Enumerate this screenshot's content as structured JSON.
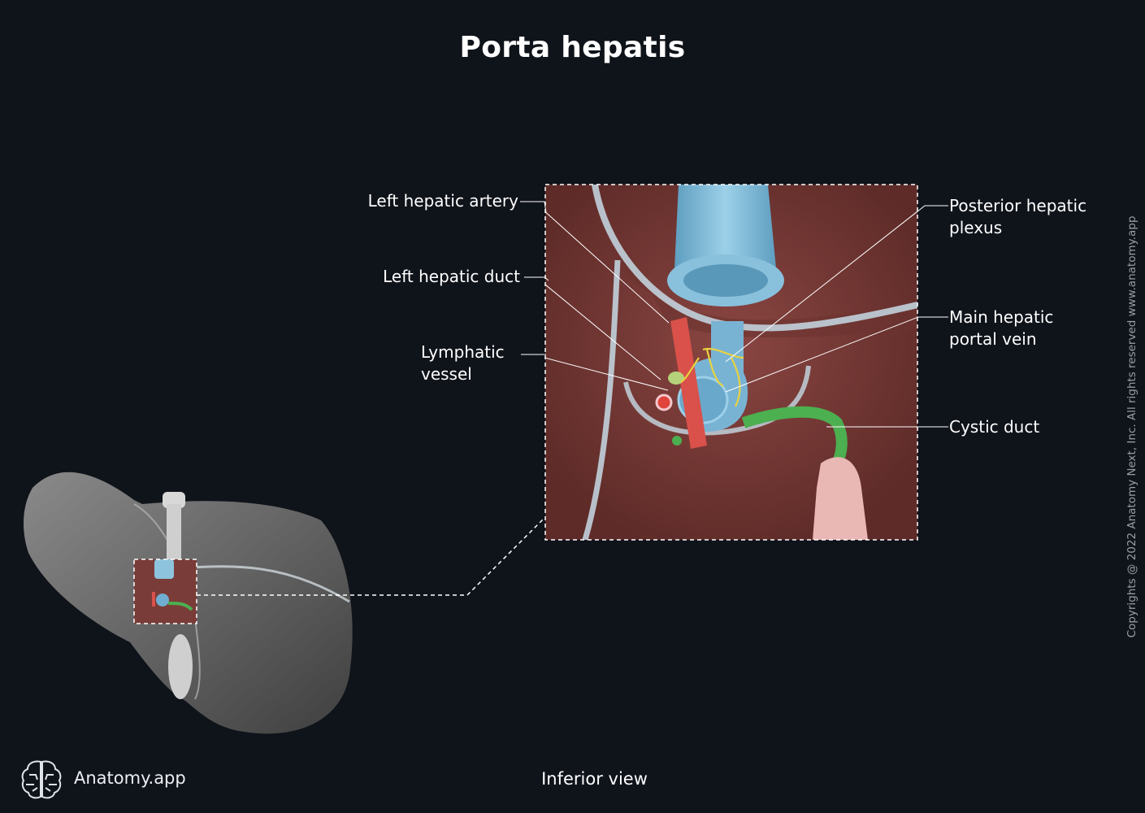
{
  "title": "Porta hepatis",
  "view_label": "Inferior view",
  "brand": {
    "name": "Anatomy.app",
    "icon": "brain-icon"
  },
  "copyright": "Copyrights @ 2022 Anatomy Next, Inc. All rights reserved www.anatomy.app",
  "labels": {
    "left_hepatic_artery": "Left hepatic artery",
    "left_hepatic_duct": "Left hepatic duct",
    "lymphatic_vessel": [
      "Lymphatic",
      "vessel"
    ],
    "posterior_hepatic_plexus": [
      "Posterior hepatic",
      "plexus"
    ],
    "main_hepatic_portal_vein": [
      "Main hepatic",
      "portal vein"
    ],
    "cystic_duct": "Cystic duct"
  },
  "colors": {
    "background": "#0f131a",
    "liver_tissue": "#7a3c38",
    "vein": "#8ec3dd",
    "artery": "#d9514a",
    "duct": "#4caf50",
    "nerve": "#e8d23f",
    "gallbladder": "#e9b7b4",
    "ligament": "#c7dbe6"
  }
}
